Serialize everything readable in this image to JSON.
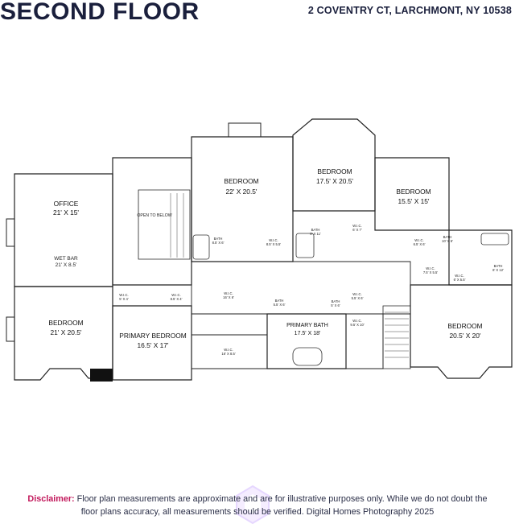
{
  "header": {
    "title": "SECOND FLOOR",
    "address": "2 COVENTRY CT, LARCHMONT, NY 10538"
  },
  "rooms": {
    "office": {
      "name": "OFFICE",
      "dim": "21' X 15'"
    },
    "wet_bar": {
      "name": "WET BAR",
      "dim": "21' X 8.5'"
    },
    "open_to_below": {
      "name": "OPEN TO BELOW"
    },
    "bedroom_1": {
      "name": "BEDROOM",
      "dim": "22' X 20.5'"
    },
    "bedroom_2": {
      "name": "BEDROOM",
      "dim": "17.5' X 20.5'"
    },
    "bedroom_3": {
      "name": "BEDROOM",
      "dim": "15.5' X 15'"
    },
    "bedroom_4": {
      "name": "BEDROOM",
      "dim": "21' X 20.5'"
    },
    "primary_bedroom": {
      "name": "PRIMARY BEDROOM",
      "dim": "16.5' X 17'"
    },
    "primary_bath": {
      "name": "PRIMARY BATH",
      "dim": "17.5' X 18'"
    },
    "bedroom_5": {
      "name": "BEDROOM",
      "dim": "20.5' X 20'"
    },
    "bath_a": {
      "name": "BATH",
      "dim": "8.5' X 6'"
    },
    "wic_a": {
      "name": "W.I.C.",
      "dim": "8.5' X 5.5'"
    },
    "bath_b": {
      "name": "BATH",
      "dim": "8' X 11'"
    },
    "wic_b": {
      "name": "W.I.C.",
      "dim": "6' X 7'"
    },
    "wic_c": {
      "name": "W.I.C.",
      "dim": "6.5' X 6'"
    },
    "bath_c": {
      "name": "BATH",
      "dim": "10' X 6'"
    },
    "bath_d": {
      "name": "BATH",
      "dim": "6' X 12'"
    },
    "wic_d": {
      "name": "W.I.C.",
      "dim": "7.5' X 5.5'"
    },
    "wic_e": {
      "name": "W.I.C.",
      "dim": "6' X 5.5'"
    },
    "wic_f": {
      "name": "W.I.C.",
      "dim": "16' X 6'"
    },
    "wic_g": {
      "name": "W.I.C.",
      "dim": "16' X 8.5'"
    },
    "wic_h": {
      "name": "W.I.C.",
      "dim": "5' X 4'"
    },
    "wic_i": {
      "name": "W.I.C.",
      "dim": "8.5' X 4'"
    },
    "bath_e": {
      "name": "BATH",
      "dim": "5.5' X 6'"
    },
    "bath_f": {
      "name": "BATH",
      "dim": "5' X 6'"
    },
    "wic_j": {
      "name": "W.I.C.",
      "dim": "5.5' X 6'"
    },
    "wic_k": {
      "name": "W.I.C.",
      "dim": "9.5' X 10'"
    }
  },
  "disclaimer": {
    "label": "Disclaimer:",
    "line1": " Floor plan measurements are approximate and are for illustrative purposes only. While we do not doubt the",
    "line2": "floor plans accuracy, all measurements should be verified. Digital Homes Photography 2025"
  }
}
